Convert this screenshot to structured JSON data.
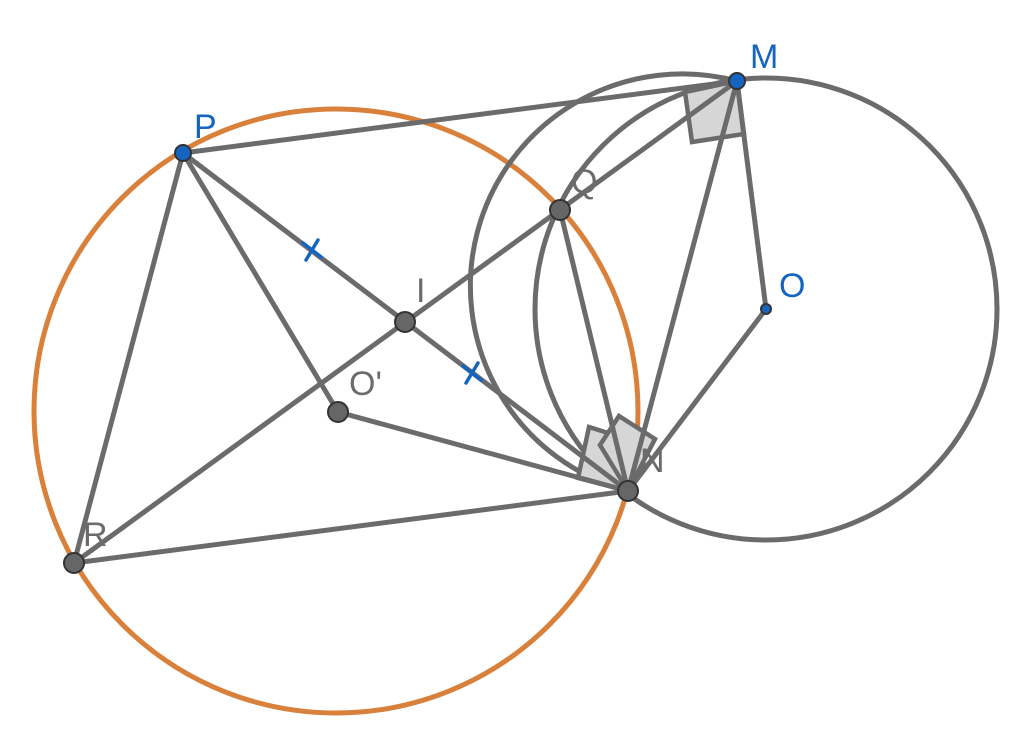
{
  "colors": {
    "line": "#6b6b6b",
    "circle_orange": "#d9803a",
    "free_point": "#1565c0",
    "dependent_point": "#666666",
    "blue_label": "#1565c0",
    "gray_label": "#6b6b6b",
    "right_angle_fill": "#d6d6d6"
  },
  "labels": {
    "M": "M",
    "P": "P",
    "Q": "Q",
    "I": "I",
    "O": "O",
    "O_prime": "O'",
    "N": "N",
    "R": "R"
  }
}
